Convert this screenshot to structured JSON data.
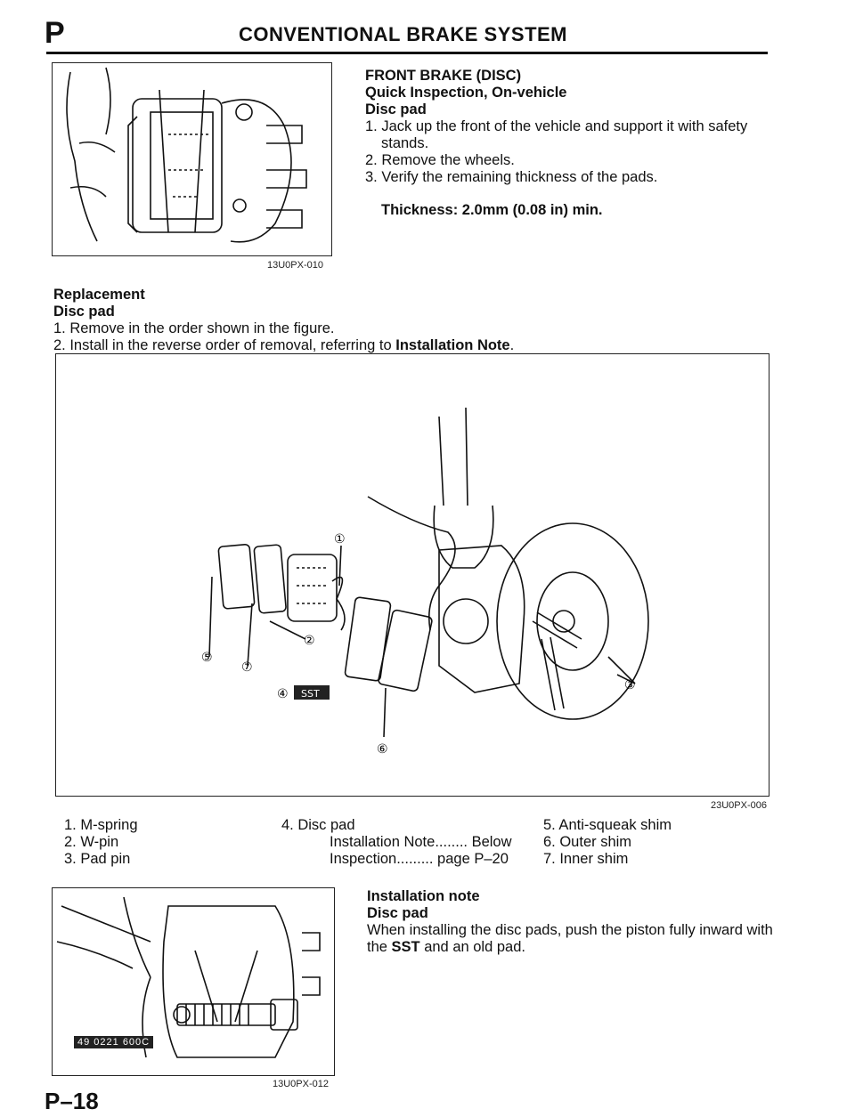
{
  "header": {
    "section_letter": "P",
    "title": "CONVENTIONAL BRAKE SYSTEM"
  },
  "inspection": {
    "heading1": "FRONT BRAKE (DISC)",
    "heading2": "Quick Inspection, On-vehicle",
    "heading3": "Disc pad",
    "steps": [
      "1. Jack up the front of the vehicle and support it with safety stands.",
      "2. Remove the wheels.",
      "3. Verify the remaining thickness of the pads."
    ],
    "spec": "Thickness: 2.0mm (0.08 in) min.",
    "figure_code": "13U0PX-010"
  },
  "replacement": {
    "heading1": "Replacement",
    "heading2": "Disc pad",
    "step1": "1. Remove in the order shown in the figure.",
    "step2_prefix": "2. Install in the reverse order of removal, referring to ",
    "step2_bold": "Installation Note",
    "step2_suffix": ".",
    "figure_code": "23U0PX-006",
    "callouts": [
      "①",
      "②",
      "③",
      "④",
      "⑤",
      "⑥",
      "⑦"
    ],
    "sst_label": "SST"
  },
  "parts": {
    "col1": [
      "1. M-spring",
      "2. W-pin",
      "3. Pad pin"
    ],
    "col2_title": "4. Disc pad",
    "col2_sub1": "Installation Note........ Below",
    "col2_sub2": "Inspection......... page P–20",
    "col3": [
      "5. Anti-squeak shim",
      "6. Outer shim",
      "7. Inner shim"
    ]
  },
  "installation": {
    "heading1": "Installation note",
    "heading2": "Disc pad",
    "text_prefix": "When installing the disc pads, push the piston fully inward with the ",
    "text_bold": "SST",
    "text_suffix": " and an old pad.",
    "tool_label": "49 0221 600C",
    "figure_code": "13U0PX-012"
  },
  "footer": {
    "page": "P–18"
  }
}
